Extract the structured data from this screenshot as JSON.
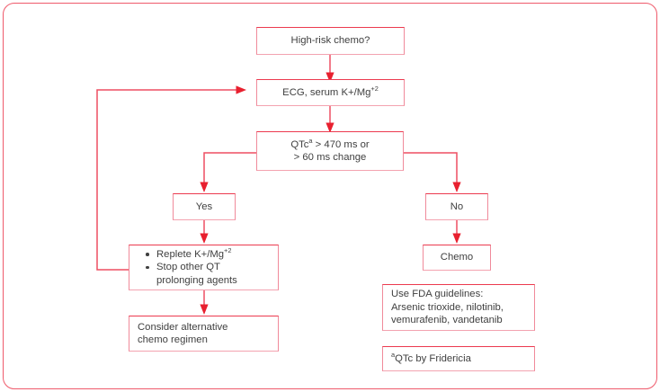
{
  "figure": {
    "title": "QT prolongation chemotherapy management flowchart",
    "border_color": "#ef5a6b",
    "box_border_color": "#f08a9a",
    "connector_color": "#ee4f62",
    "text_color": "#3f3f3f"
  },
  "nodes": {
    "high_risk_chemo": {
      "label": "High-risk chemo?"
    },
    "ecg_serum": {
      "label_pre": "ECG, serum K+/Mg",
      "label_sup": "+2"
    },
    "qtc_decision": {
      "line1_pre": "QTc",
      "line1_sup": "a",
      "line1_post": " > 470 ms or",
      "line2": "> 60 ms change"
    },
    "yes": {
      "label": "Yes"
    },
    "no": {
      "label": "No"
    },
    "replete": {
      "bullet1_pre": "Replete K+/Mg",
      "bullet1_sup": "+2",
      "bullet2_line1": "Stop other QT",
      "bullet2_line2": "prolonging agents"
    },
    "consider_alternative": {
      "line1": "Consider alternative",
      "line2": "chemo regimen"
    },
    "chemo": {
      "label": "Chemo"
    },
    "fda_guidelines": {
      "line1": "Use FDA guidelines:",
      "line2": "Arsenic trioxide, nilotinib,",
      "line3": "vemurafenib, vandetanib"
    },
    "footnote": {
      "marker": "a",
      "text": "QTc by Fridericia"
    }
  },
  "connectors": [
    {
      "name": "high-risk-to-ecg",
      "kind": "arrow-down"
    },
    {
      "name": "ecg-to-qtc",
      "kind": "arrow-down"
    },
    {
      "name": "qtc-to-yes",
      "kind": "elbow-left-down-arrow"
    },
    {
      "name": "qtc-to-no",
      "kind": "elbow-right-down-arrow"
    },
    {
      "name": "yes-to-replete",
      "kind": "arrow-down"
    },
    {
      "name": "no-to-chemo",
      "kind": "arrow-down"
    },
    {
      "name": "replete-to-consider",
      "kind": "arrow-down"
    },
    {
      "name": "replete-feedback-to-ecg",
      "kind": "loop-left-up-arrow-right"
    }
  ]
}
